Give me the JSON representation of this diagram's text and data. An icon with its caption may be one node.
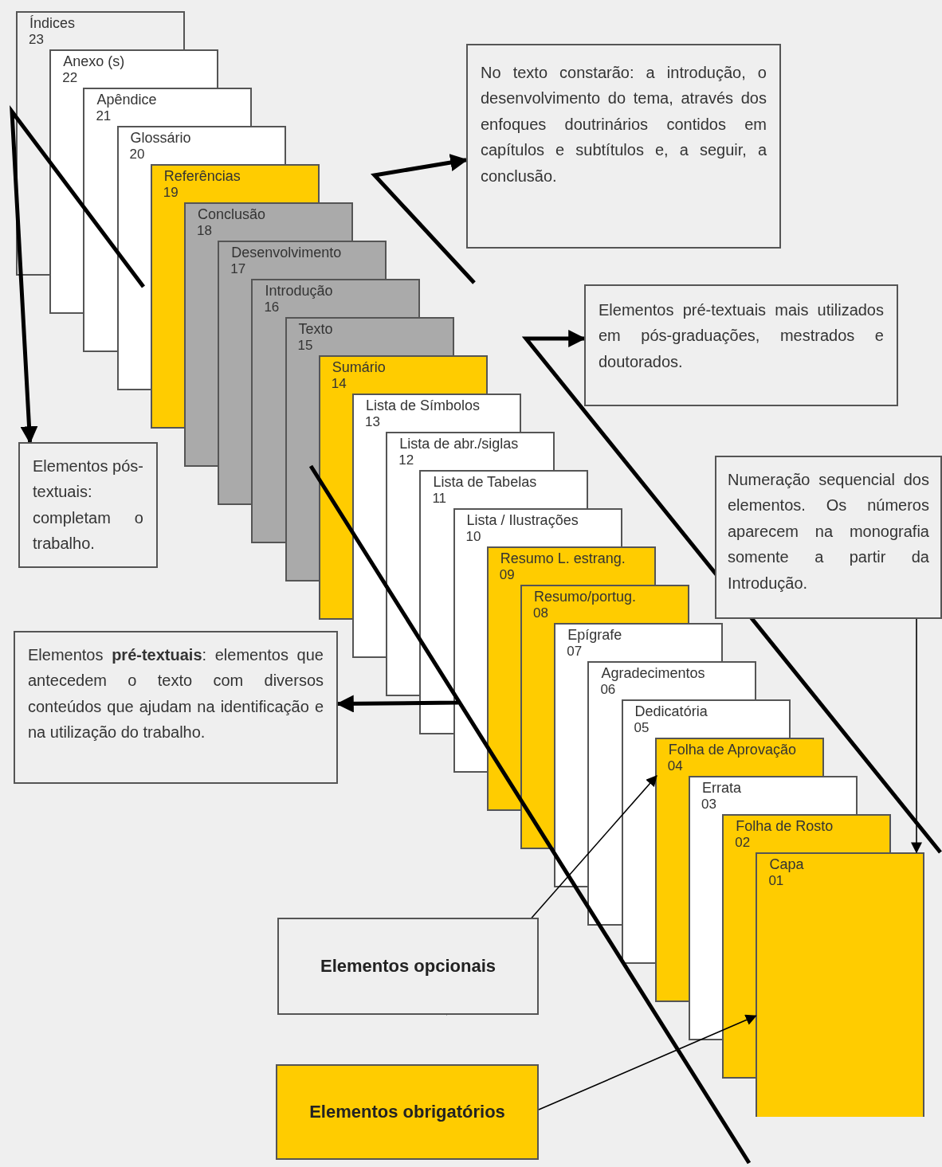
{
  "diagram": {
    "nodes": [
      {
        "text": [
          "Índices",
          "23"
        ]
      },
      {
        "text": [
          "Anexo (s)",
          "22"
        ]
      },
      {
        "text": [
          "Apêndice",
          "21"
        ]
      },
      {
        "text": [
          "Glossário",
          "20"
        ]
      },
      {
        "text": [
          "Referências",
          "19"
        ]
      },
      {
        "text": [
          "Conclusão",
          "18"
        ]
      },
      {
        "text": [
          "Desenvolvimento",
          "17"
        ]
      },
      {
        "text": [
          "Introdução",
          "16"
        ]
      },
      {
        "text": [
          "Texto",
          "15"
        ]
      },
      {
        "text": [
          "Sumário",
          "14"
        ]
      },
      {
        "text": [
          "Lista de Símbolos",
          "13"
        ]
      },
      {
        "text": [
          "Lista de abr./siglas",
          "12"
        ]
      },
      {
        "text": [
          "Lista de Tabelas",
          "11"
        ]
      },
      {
        "text": [
          "Lista / Ilustrações",
          "10"
        ]
      },
      {
        "text": [
          "Resumo L. estrang.",
          "09"
        ]
      },
      {
        "text": [
          "Resumo/portug.",
          "08"
        ]
      },
      {
        "text": [
          "Epígrafe",
          "07"
        ]
      },
      {
        "text": [
          "Agradecimentos",
          "06"
        ]
      },
      {
        "text": [
          "Dedicatória",
          "05"
        ]
      },
      {
        "text": [
          "Folha de Aprovação",
          "04"
        ]
      },
      {
        "text": [
          "Errata",
          "03"
        ]
      },
      {
        "text": [
          "Folha de Rosto",
          "02"
        ]
      },
      {
        "text": [
          "Capa",
          "01"
        ]
      },
      {
        "text": [
          "No texto constarão: a introdução, o desenvolvimento do tema, através dos enfoques doutrinários contidos em capítulos e subtítulos e, a seguir, a conclusão."
        ]
      },
      {
        "text": [
          "Elementos pré-textuais mais utilizados em pós-graduações, mestrados e doutorados."
        ]
      },
      {
        "text": [
          "Elementos pós-textuais: completam o trabalho."
        ]
      },
      {
        "text": [
          "Numeração sequencial dos elementos. Os números aparecem na monografia somente a partir da Introdução."
        ]
      },
      {
        "text": [
          "Elementos **pré-textuais**: elementos que antecedem o texto com diversos conteúdos que ajudam na identificação e na utilização do trabalho."
        ]
      },
      {
        "text": [
          "Elementos opcionais"
        ]
      },
      {
        "text": [
          "Elementos obrigatórios"
        ]
      }
    ],
    "edges": [
      {
        "from": null,
        "to": 25,
        "arrow": "to"
      },
      {
        "from": null,
        "to": 23,
        "arrow": "to"
      },
      {
        "from": null,
        "to": 24,
        "arrow": "to"
      },
      {
        "from": null,
        "to": 27,
        "arrow": "to"
      },
      {
        "from": 26,
        "to": 22,
        "arrow": "to"
      },
      {
        "from": 28,
        "to": 19,
        "arrow": "to"
      },
      {
        "from": 29,
        "to": 22,
        "arrow": "to"
      }
    ]
  }
}
